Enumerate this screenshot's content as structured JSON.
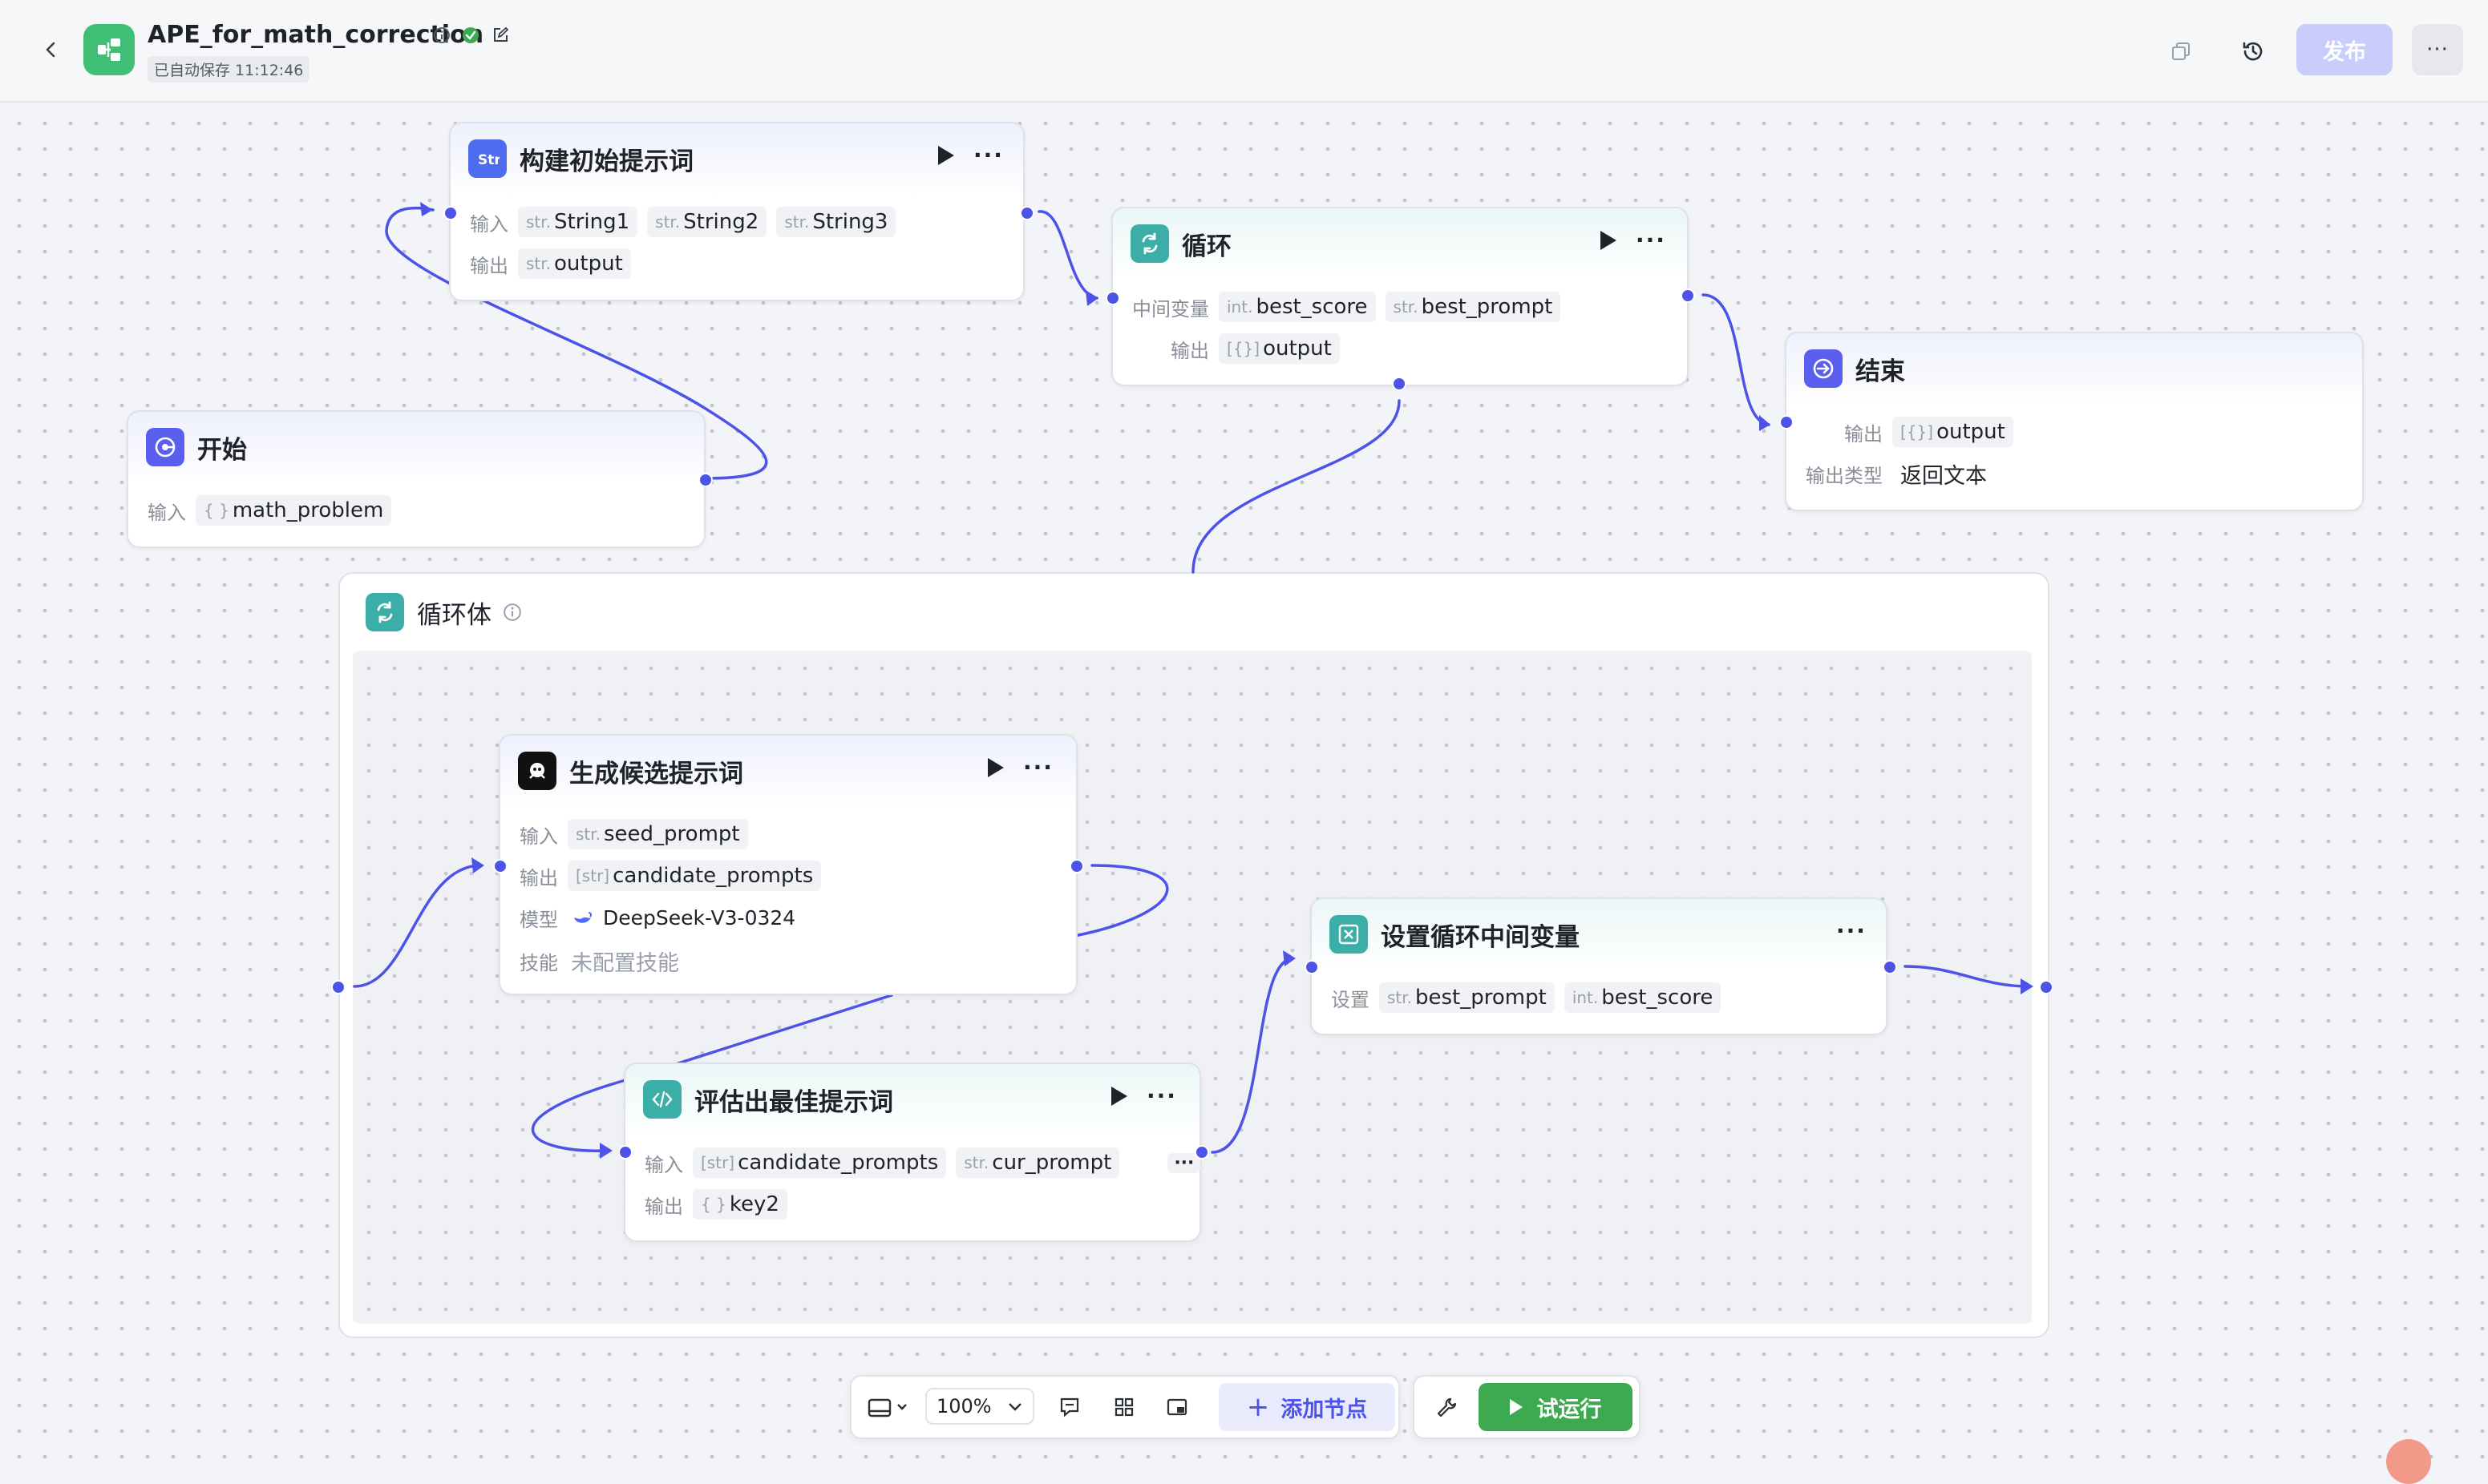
{
  "header": {
    "title": "APE_for_math_correction",
    "autosave": "已自动保存 11:12:46",
    "publish_label": "发布",
    "more": "···"
  },
  "nodes": {
    "build_prompt": {
      "title": "构建初始提示词",
      "input_label": "输入",
      "output_label": "输出",
      "inputs": [
        {
          "type": "str.",
          "name": "String1"
        },
        {
          "type": "str.",
          "name": "String2"
        },
        {
          "type": "str.",
          "name": "String3"
        }
      ],
      "outputs": [
        {
          "type": "str.",
          "name": "output"
        }
      ]
    },
    "loop": {
      "title": "循环",
      "vars_label": "中间变量",
      "output_label": "输出",
      "vars": [
        {
          "type": "int.",
          "name": "best_score"
        },
        {
          "type": "str.",
          "name": "best_prompt"
        }
      ],
      "outputs": [
        {
          "type": "[{}]",
          "name": "output"
        }
      ]
    },
    "end": {
      "title": "结束",
      "output_label": "输出",
      "outputs": [
        {
          "type": "[{}]",
          "name": "output"
        }
      ],
      "output_type_label": "输出类型",
      "output_type_value": "返回文本"
    },
    "start": {
      "title": "开始",
      "input_label": "输入",
      "inputs": [
        {
          "type": "{ }",
          "name": "math_problem"
        }
      ]
    },
    "loop_body": {
      "title": "循环体"
    },
    "gen_candidates": {
      "title": "生成候选提示词",
      "input_label": "输入",
      "output_label": "输出",
      "model_label": "模型",
      "skill_label": "技能",
      "inputs": [
        {
          "type": "str.",
          "name": "seed_prompt"
        }
      ],
      "outputs": [
        {
          "type": "[str]",
          "name": "candidate_prompts"
        }
      ],
      "model": "DeepSeek-V3-0324",
      "skill": "未配置技能"
    },
    "set_vars": {
      "title": "设置循环中间变量",
      "set_label": "设置",
      "vars": [
        {
          "type": "str.",
          "name": "best_prompt"
        },
        {
          "type": "int.",
          "name": "best_score"
        }
      ]
    },
    "evaluate": {
      "title": "评估出最佳提示词",
      "input_label": "输入",
      "output_label": "输出",
      "inputs": [
        {
          "type": "[str]",
          "name": "candidate_prompts"
        },
        {
          "type": "str.",
          "name": "cur_prompt"
        }
      ],
      "outputs": [
        {
          "type": "{ }",
          "name": "key2"
        }
      ]
    }
  },
  "toolbar": {
    "zoom": "100%",
    "add_node_label": "添加节点",
    "test_run_label": "试运行"
  },
  "colors": {
    "accent": "#4d53e8",
    "run_green": "#3daa4f",
    "publish_disabled": "#c9cdfb",
    "logo_green": "#3fbf76",
    "loop_teal": "#3aaea7"
  }
}
